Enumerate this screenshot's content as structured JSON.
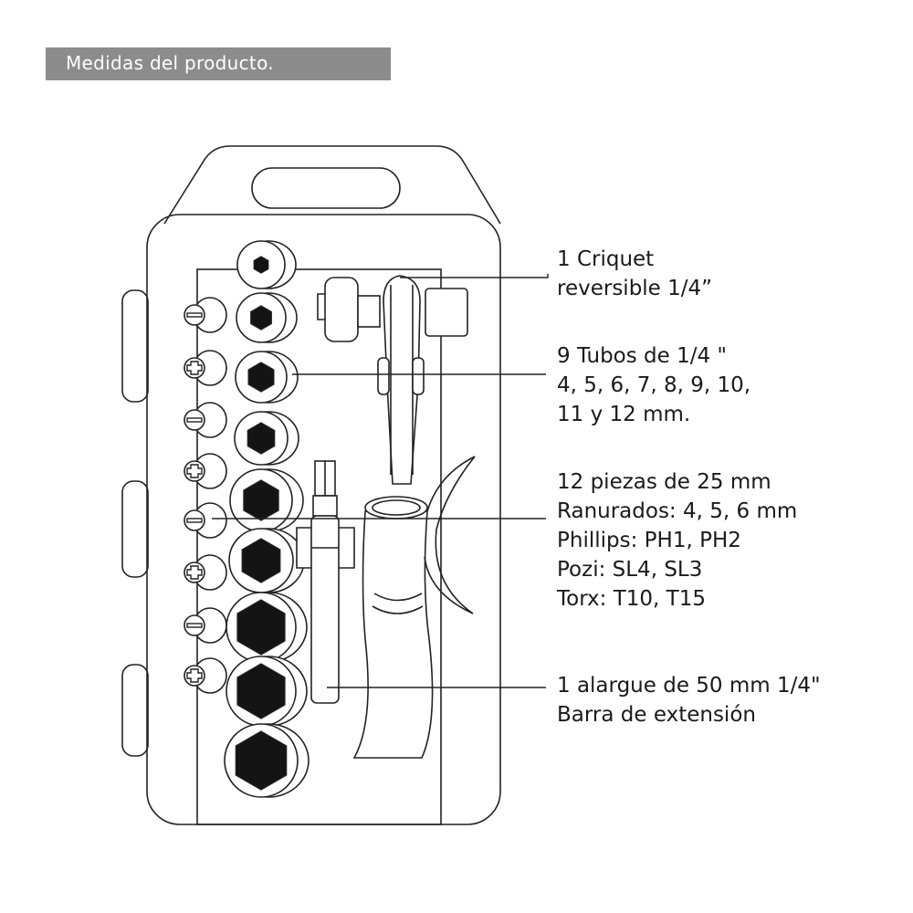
{
  "header": {
    "title": "Medidas del producto."
  },
  "callouts": {
    "ratchet": {
      "lines": [
        "1 Criquet",
        "reversible 1/4”"
      ]
    },
    "sockets": {
      "lines": [
        "9 Tubos de 1/4 \"",
        "4, 5, 6, 7, 8, 9, 10,",
        "11 y 12 mm."
      ]
    },
    "bits": {
      "lines": [
        "12 piezas de 25 mm",
        "Ranurados: 4, 5, 6 mm",
        "Phillips: PH1, PH2",
        "Pozi: SL4, SL3",
        "Torx: T10, T15"
      ]
    },
    "extension": {
      "lines": [
        "1 alargue de 50 mm 1/4\"",
        "Barra de extensión"
      ]
    }
  },
  "colors": {
    "banner": "#8c8c8c",
    "ink": "#1a1a1a",
    "fill_hex": "#141414"
  },
  "icons": {
    "slot_bit": "flathead-bit-icon",
    "cross_bit": "phillips-bit-icon",
    "socket": "hex-socket-icon"
  }
}
